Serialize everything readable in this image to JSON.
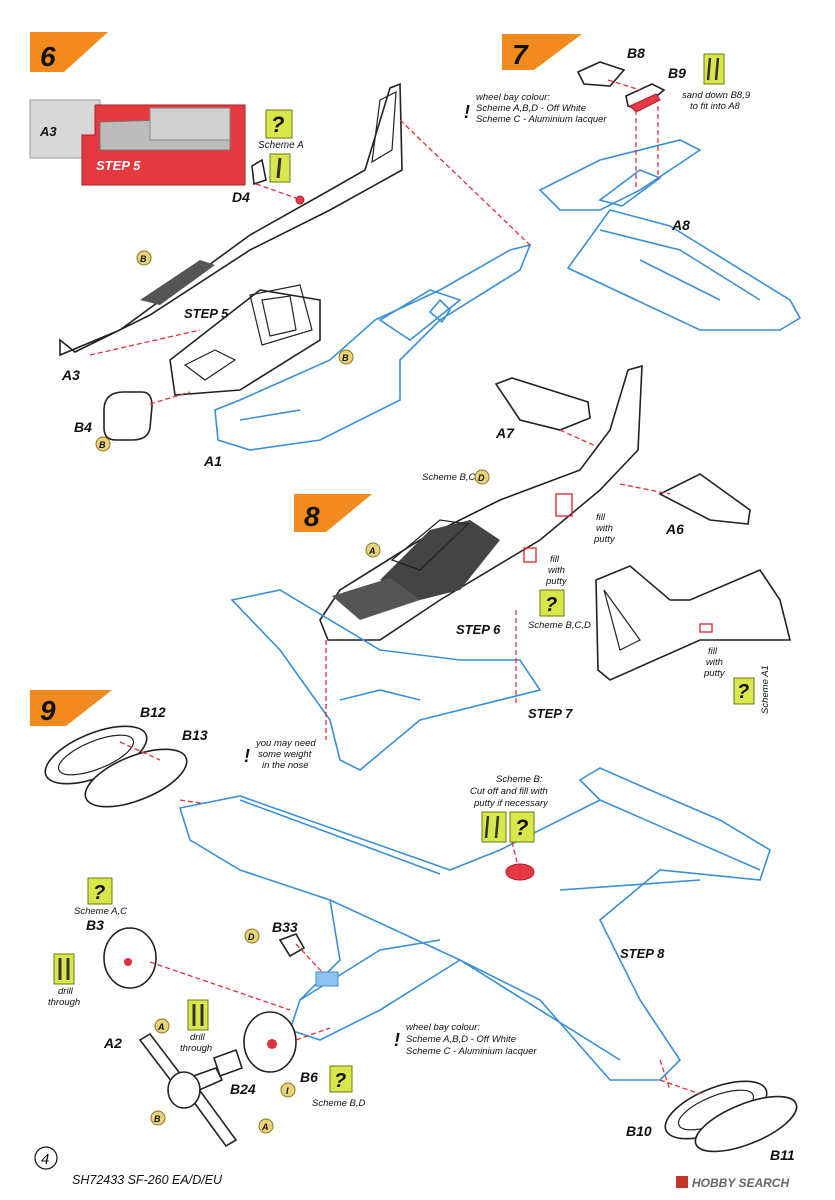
{
  "steps": {
    "s6": "6",
    "s7": "7",
    "s8": "8",
    "s9": "9"
  },
  "parts": {
    "A3_top": "A3",
    "A3": "A3",
    "D4": "D4",
    "B4": "B4",
    "A1": "A1",
    "B8": "B8",
    "B9": "B9",
    "A8": "A8",
    "A7": "A7",
    "A6": "A6",
    "B12": "B12",
    "B13": "B13",
    "B33": "B33",
    "B3": "B3",
    "A2": "A2",
    "B24": "B24",
    "B6": "B6",
    "B10": "B10",
    "B11": "B11"
  },
  "step_refs": {
    "step5_inset": "STEP 5",
    "step5": "STEP 5",
    "step6": "STEP 6",
    "step7": "STEP 7",
    "step8": "STEP 8"
  },
  "callouts": {
    "B": "B",
    "A": "A",
    "D": "D",
    "I": "I"
  },
  "notes": {
    "scheme_a": "Scheme A",
    "wheel_bay_1": "wheel bay colour:",
    "wheel_bay_2": "Scheme A,B,D - Off White",
    "wheel_bay_3": "Scheme C - Aluminium lacquer",
    "sand_1": "sand down B8,9",
    "sand_2": "to fit into A8",
    "scheme_bc": "Scheme B,C",
    "fill_1": "fill",
    "fill_2": "with",
    "fill_3": "putty",
    "scheme_bcd": "Scheme B,C,D",
    "scheme_a1": "Scheme A1",
    "weight_1": "you may need",
    "weight_2": "some weight",
    "weight_3": "in the nose",
    "schemeb_1": "Scheme B:",
    "schemeb_2": "Cut off and fill with",
    "schemeb_3": "putty if necessary",
    "scheme_ac": "Scheme A,C",
    "drill_1": "drill",
    "drill_2": "through",
    "scheme_bd": "Scheme B,D",
    "q": "?"
  },
  "footer": {
    "page_number": "4",
    "kit_title": "SH72433 SF-260 EA/D/EU",
    "watermark": "HOBBY SEARCH"
  },
  "colors": {
    "step_badge": "#f28a1e",
    "part_blue": "#3a8fd6",
    "highlight_red": "#e53945",
    "question_badge": "#d8e84a"
  }
}
